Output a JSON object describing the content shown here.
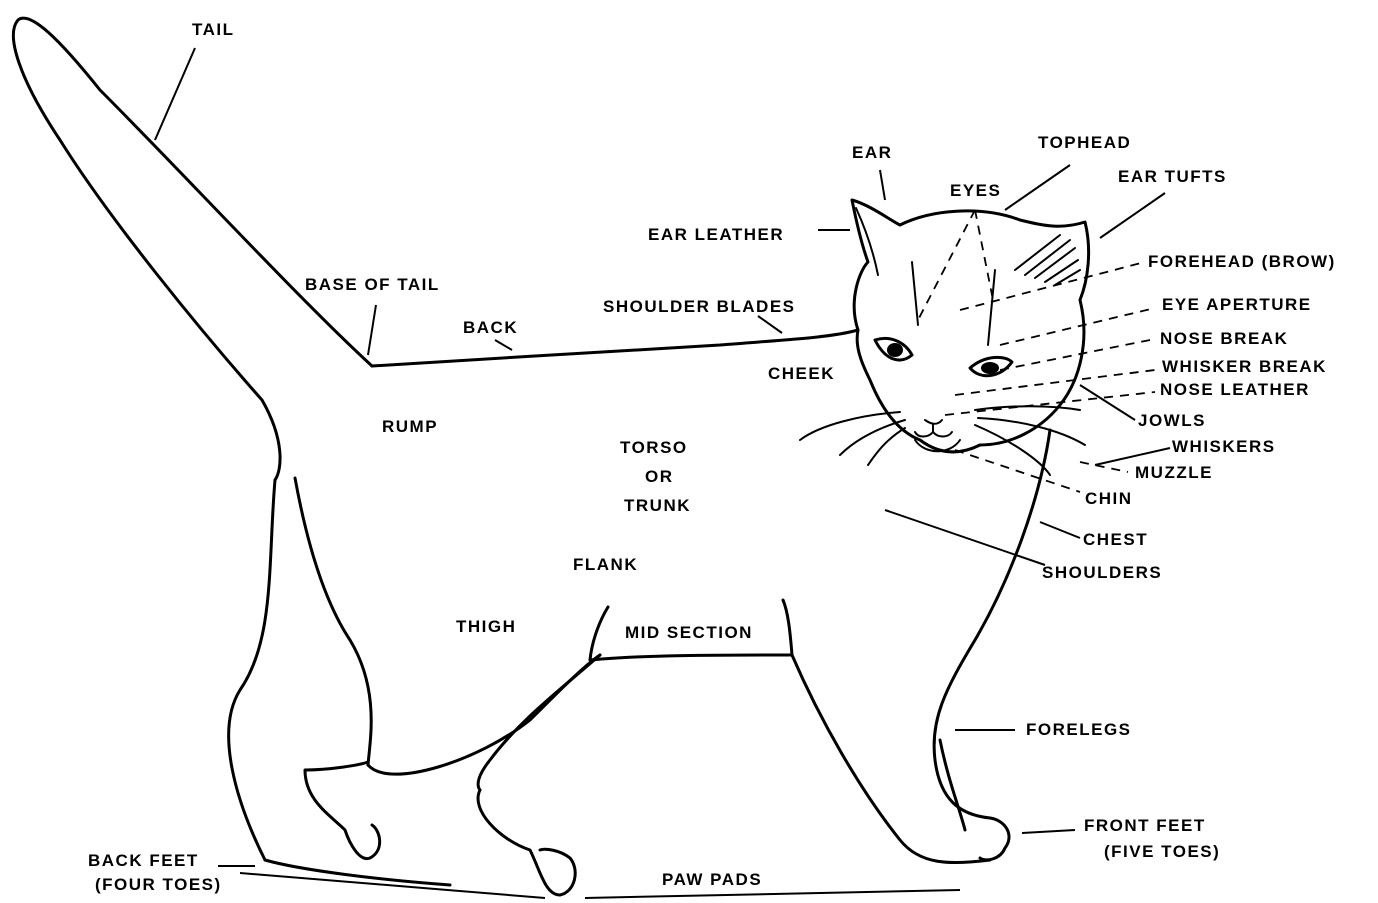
{
  "labels": {
    "tail": "TAIL",
    "ear": "EAR",
    "tophead": "TOPHEAD",
    "eyes": "EYES",
    "ear_tufts": "EAR TUFTS",
    "ear_leather": "EAR LEATHER",
    "forehead": "FOREHEAD (BROW)",
    "base_of_tail": "BASE OF TAIL",
    "shoulder_blades": "SHOULDER BLADES",
    "eye_aperture": "EYE APERTURE",
    "back": "BACK",
    "nose_break": "NOSE BREAK",
    "whisker_break": "WHISKER BREAK",
    "cheek": "CHEEK",
    "nose_leather": "NOSE LEATHER",
    "rump": "RUMP",
    "jowls": "JOWLS",
    "torso": "TORSO",
    "or": "OR",
    "trunk": "TRUNK",
    "whiskers": "WHISKERS",
    "muzzle": "MUZZLE",
    "chin": "CHIN",
    "chest": "CHEST",
    "flank": "FLANK",
    "shoulders": "SHOULDERS",
    "thigh": "THIGH",
    "mid_section": "MID SECTION",
    "forelegs": "FORELEGS",
    "front_feet": "FRONT FEET",
    "five_toes": "(FIVE TOES)",
    "back_feet": "BACK FEET",
    "four_toes": "(FOUR TOES)",
    "paw_pads": "PAW PADS"
  }
}
